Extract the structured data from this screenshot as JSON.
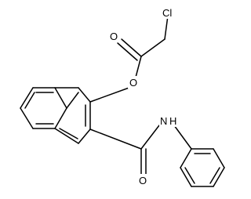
{
  "structure": {
    "atoms": {
      "cl": "Cl",
      "o_carbonyl_ester": "O",
      "o_ester": "O",
      "nh": "N",
      "h": "H",
      "o_carbonyl_amide": "O"
    },
    "colors": {
      "bond": "#000000",
      "label": "#000000",
      "background": "#ffffff"
    }
  }
}
